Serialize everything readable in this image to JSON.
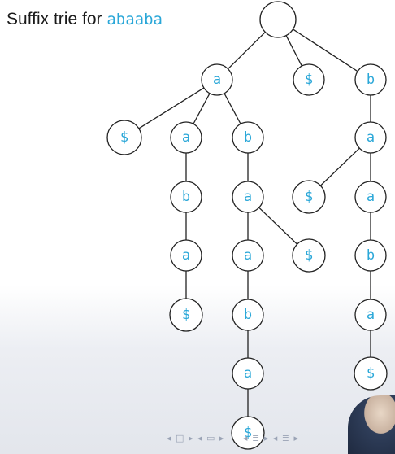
{
  "title": {
    "prefix": "Suffix trie for",
    "word": "abaaba"
  },
  "nodes": [
    {
      "id": "root",
      "label": ""
    },
    {
      "id": "n-a",
      "label": "a"
    },
    {
      "id": "n-dollar",
      "label": "$"
    },
    {
      "id": "n-b",
      "label": "b"
    },
    {
      "id": "n-a-dollar",
      "label": "$"
    },
    {
      "id": "n-aa",
      "label": "a"
    },
    {
      "id": "n-ab",
      "label": "b"
    },
    {
      "id": "n-aab",
      "label": "b"
    },
    {
      "id": "n-aaba",
      "label": "a"
    },
    {
      "id": "n-aaba-dollar",
      "label": "$"
    },
    {
      "id": "n-aba",
      "label": "a"
    },
    {
      "id": "n-abaa",
      "label": "a"
    },
    {
      "id": "n-aba-dollar",
      "label": "$"
    },
    {
      "id": "n-abaab",
      "label": "b"
    },
    {
      "id": "n-abaaba",
      "label": "a"
    },
    {
      "id": "n-abaaba-dollar",
      "label": "$"
    },
    {
      "id": "n-ba",
      "label": "a"
    },
    {
      "id": "n-ba-dollar",
      "label": "$"
    },
    {
      "id": "n-baa",
      "label": "a"
    },
    {
      "id": "n-baab",
      "label": "b"
    },
    {
      "id": "n-baaba",
      "label": "a"
    },
    {
      "id": "n-baaba-dollar",
      "label": "$"
    }
  ],
  "edges": [
    [
      "root",
      "n-a"
    ],
    [
      "root",
      "n-dollar"
    ],
    [
      "root",
      "n-b"
    ],
    [
      "n-a",
      "n-a-dollar"
    ],
    [
      "n-a",
      "n-aa"
    ],
    [
      "n-a",
      "n-ab"
    ],
    [
      "n-aa",
      "n-aab"
    ],
    [
      "n-aab",
      "n-aaba"
    ],
    [
      "n-aaba",
      "n-aaba-dollar"
    ],
    [
      "n-ab",
      "n-aba"
    ],
    [
      "n-aba",
      "n-abaa"
    ],
    [
      "n-aba",
      "n-aba-dollar"
    ],
    [
      "n-abaa",
      "n-abaab"
    ],
    [
      "n-abaab",
      "n-abaaba"
    ],
    [
      "n-abaaba",
      "n-abaaba-dollar"
    ],
    [
      "n-b",
      "n-ba"
    ],
    [
      "n-ba",
      "n-ba-dollar"
    ],
    [
      "n-ba",
      "n-baa"
    ],
    [
      "n-baa",
      "n-baab"
    ],
    [
      "n-baab",
      "n-baaba"
    ],
    [
      "n-baaba",
      "n-baaba-dollar"
    ]
  ],
  "nav_icons": [
    "arrow-left-icon",
    "frame-icon",
    "arrow-right-icon",
    "arrow-left-icon",
    "subsection-icon",
    "arrow-right-icon",
    "arrow-left-icon",
    "section-icon",
    "arrow-right-icon",
    "arrow-left-icon",
    "outline-icon",
    "arrow-right-icon"
  ]
}
